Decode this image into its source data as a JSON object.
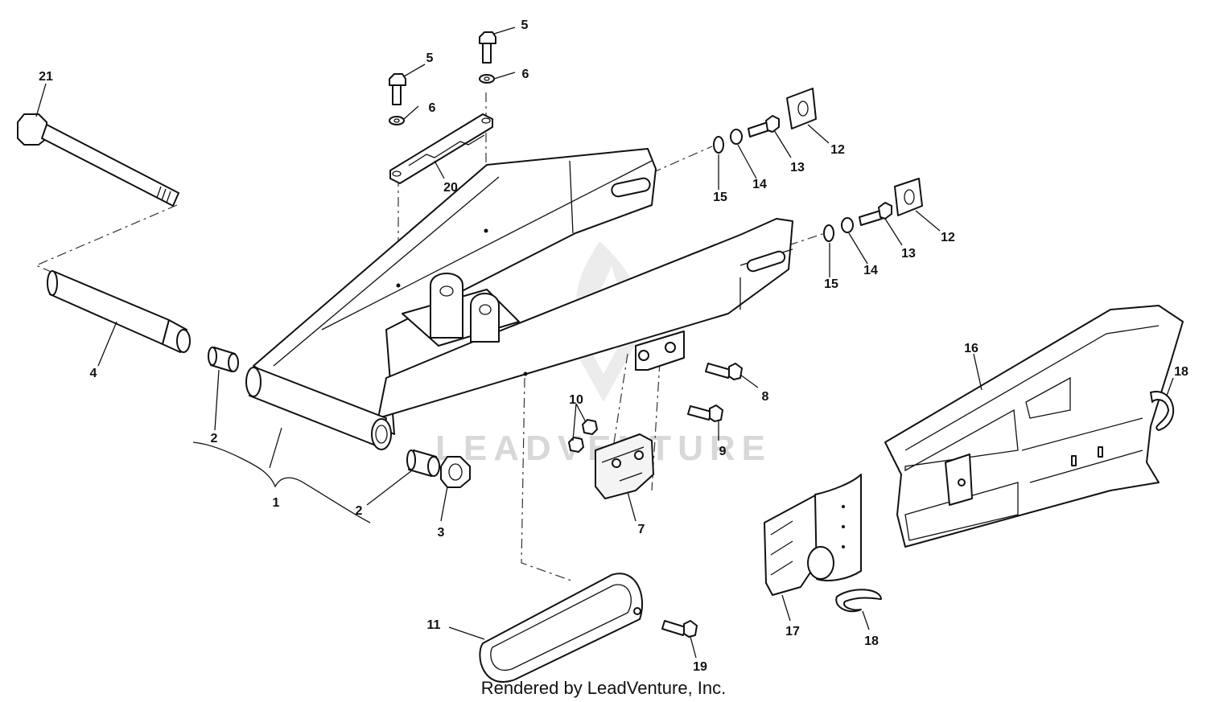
{
  "diagram": {
    "watermark": "LEADVENTURE",
    "footer": "Rendered by LeadVenture, Inc.",
    "callouts": {
      "c21": "21",
      "c4": "4",
      "c2a": "2",
      "c2b": "2",
      "c1": "1",
      "c3": "3",
      "c5a": "5",
      "c5b": "5",
      "c6a": "6",
      "c6b": "6",
      "c20": "20",
      "c15a": "15",
      "c14a": "14",
      "c13a": "13",
      "c12a": "12",
      "c15b": "15",
      "c14b": "14",
      "c13b": "13",
      "c12b": "12",
      "c8": "8",
      "c9": "9",
      "c10": "10",
      "c7": "7",
      "c11": "11",
      "c19": "19",
      "c16": "16",
      "c17": "17",
      "c18a": "18",
      "c18b": "18"
    }
  }
}
